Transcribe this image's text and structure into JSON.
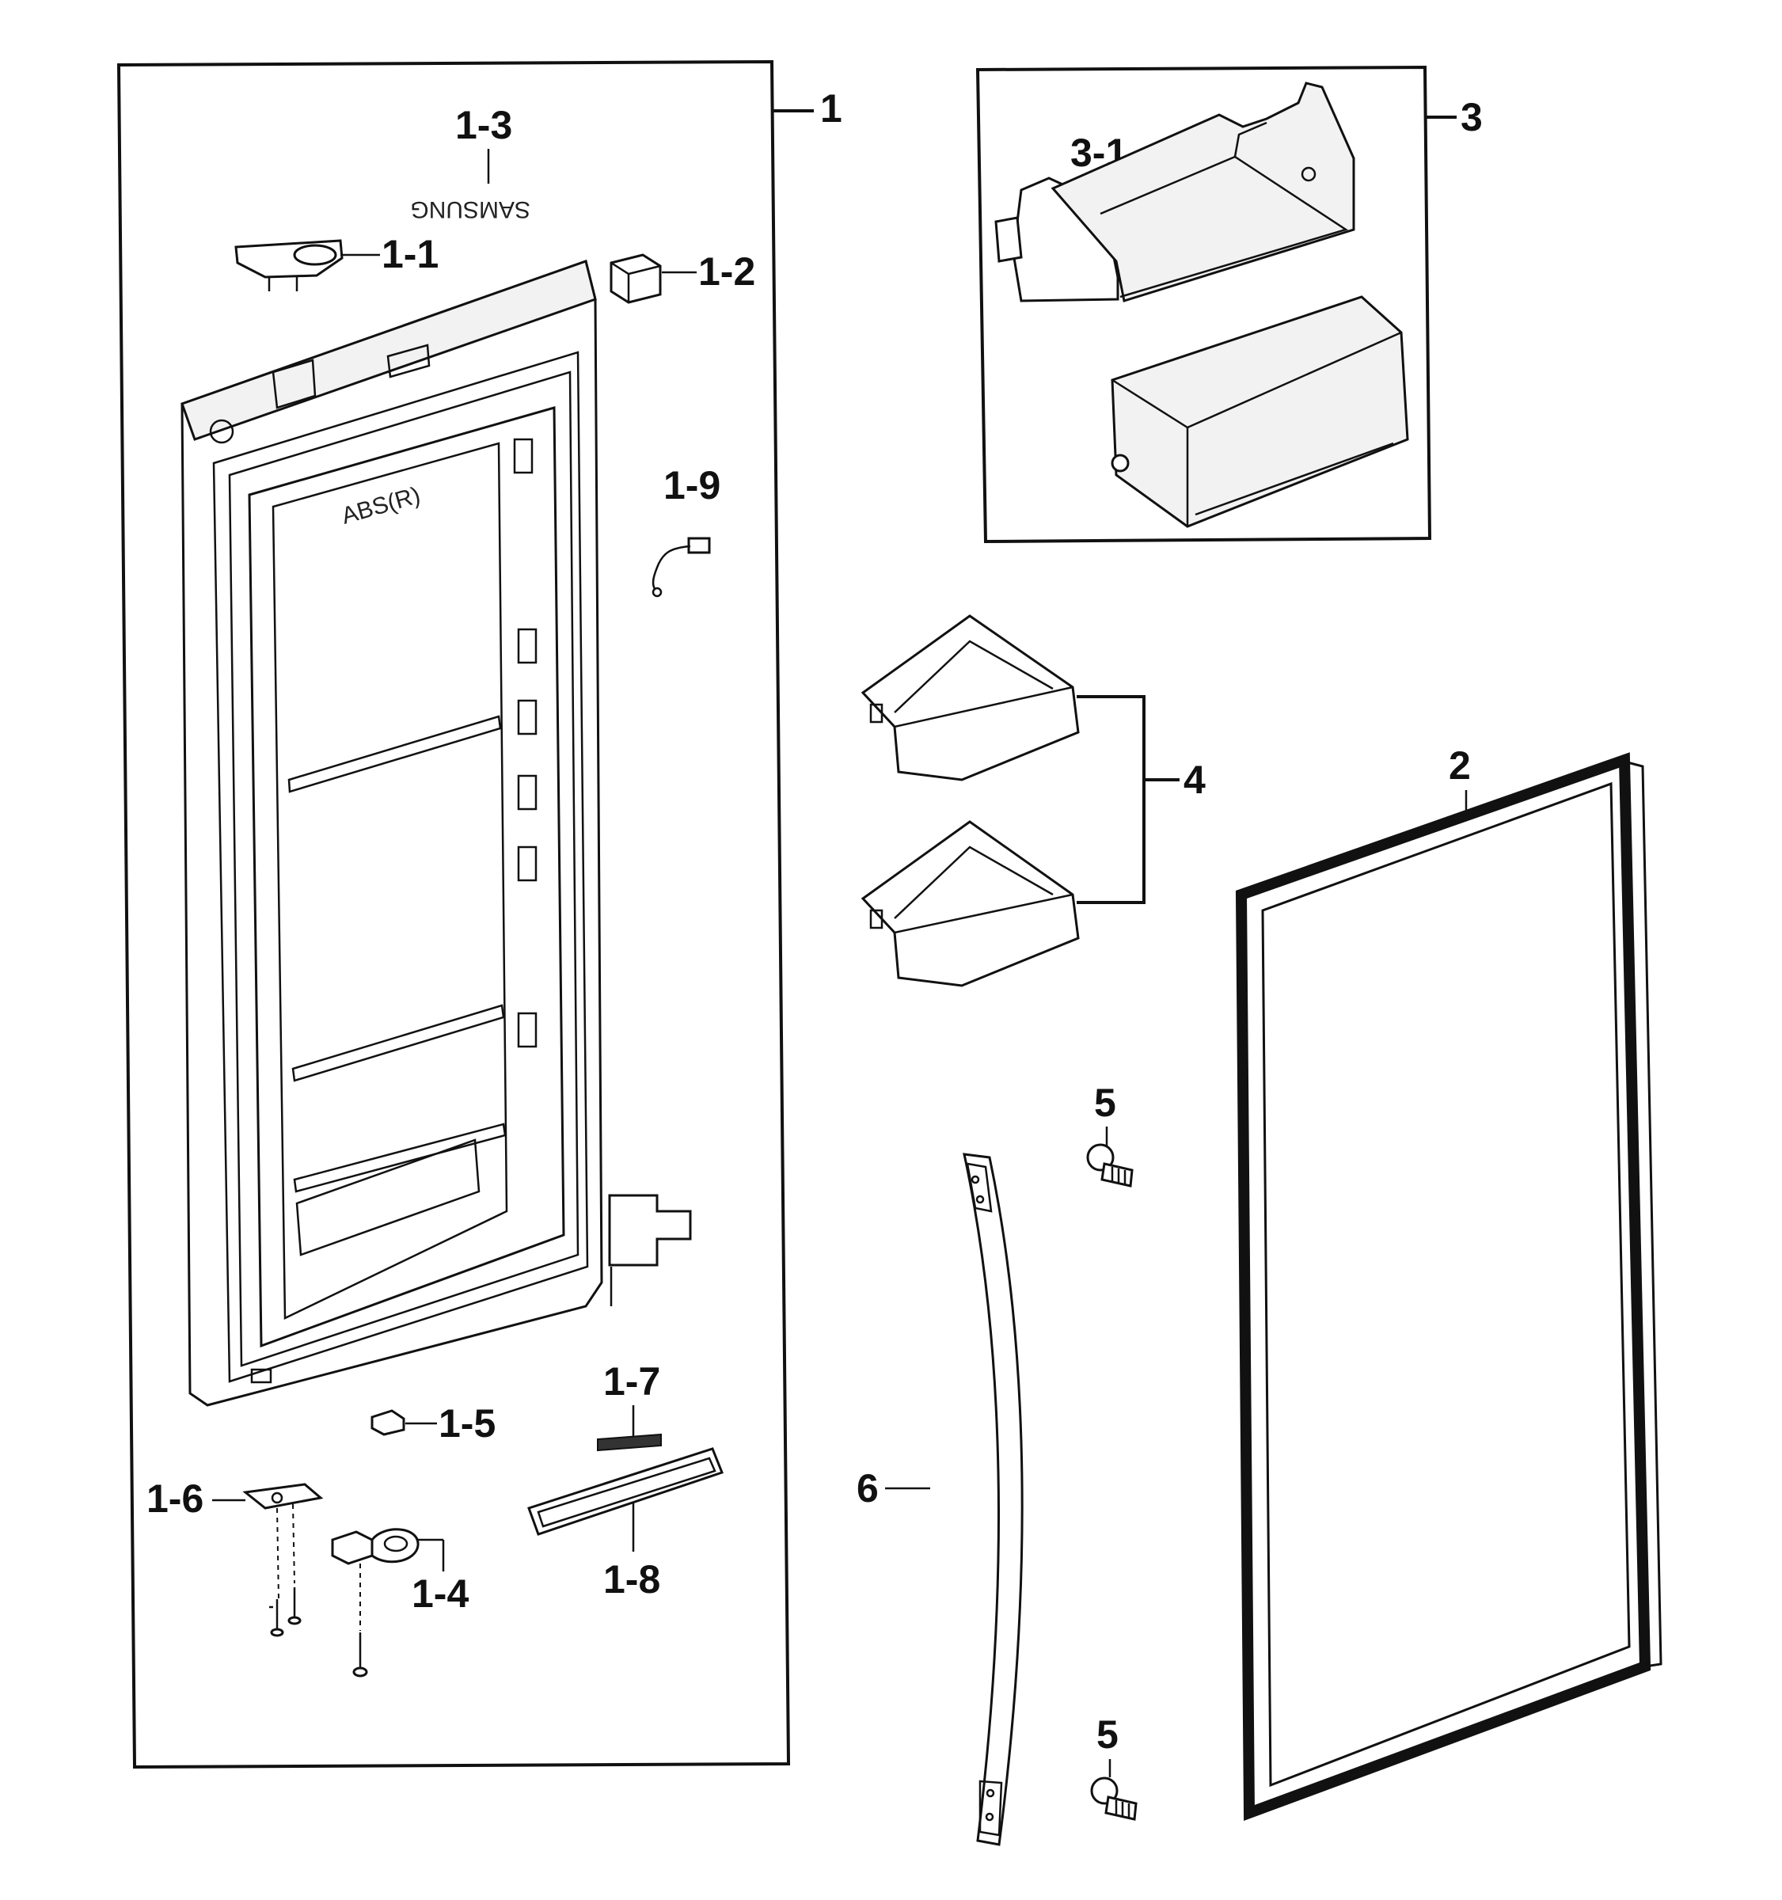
{
  "labels": {
    "door_assembly": "1",
    "door_cap_top": "1-1",
    "sensor_module": "1-2",
    "logo_badge": "1-3",
    "hinge_bracket": "1-4",
    "stopper": "1-5",
    "hinge_plate": "1-6",
    "tape": "1-7",
    "cap_bottom": "1-8",
    "wire_harness": "1-9",
    "gasket": "2",
    "guard_assembly": "3",
    "guard_upper": "3-1",
    "door_guards": "4",
    "screw_top": "5",
    "screw_bottom": "5",
    "handle": "6"
  },
  "inner_liner_text": "ABS(R)",
  "badge_text": "SAMSUNG"
}
